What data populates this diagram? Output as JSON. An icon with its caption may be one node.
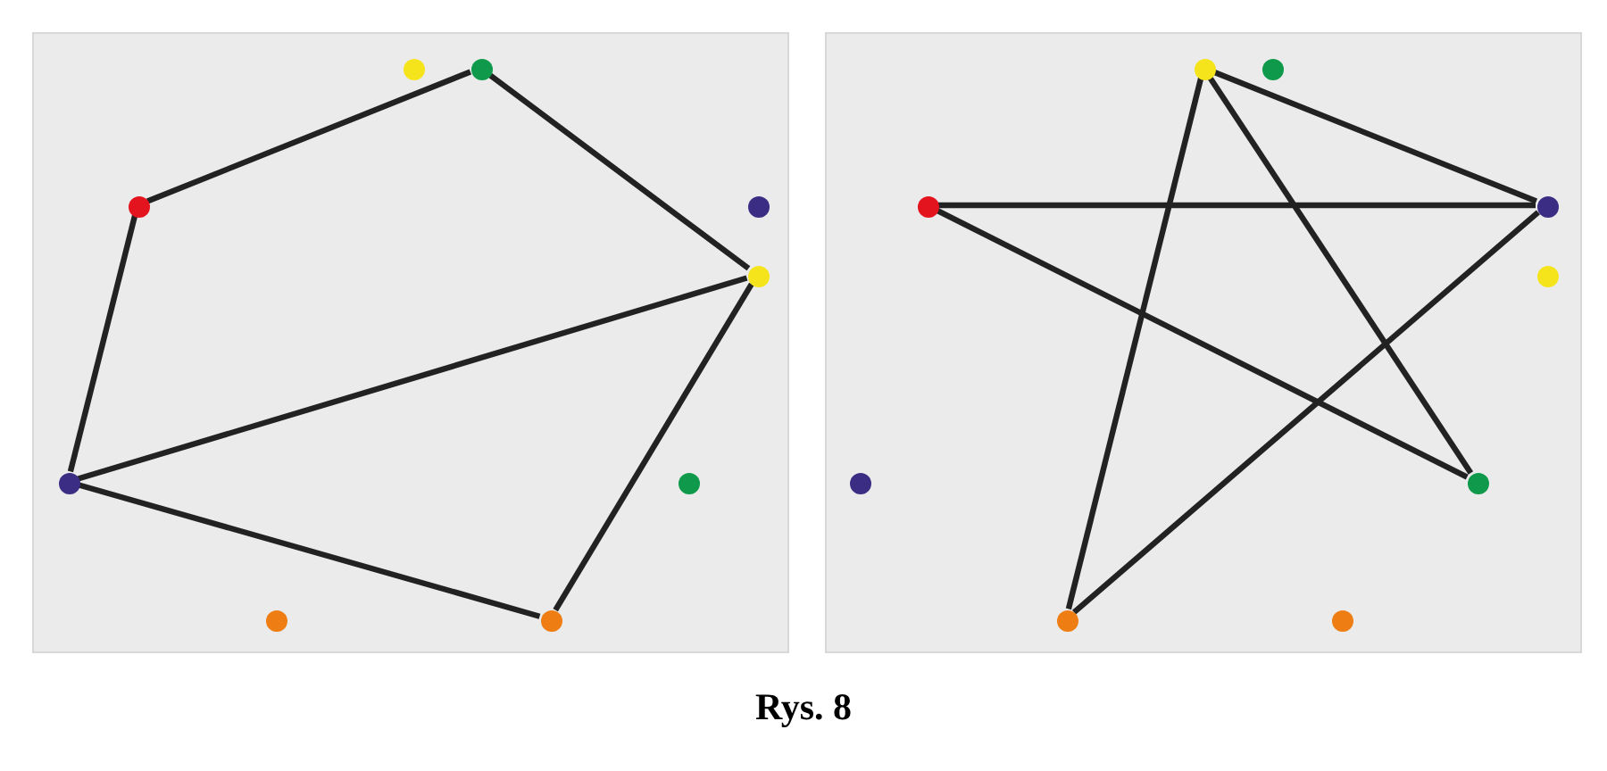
{
  "diagram": {
    "caption": "Rys. 8",
    "nodes": [
      {
        "text": [],
        "shape": "box"
      },
      {
        "text": [],
        "shape": "circle",
        "in": 0
      },
      {
        "text": [],
        "shape": "circle",
        "in": 0
      },
      {
        "text": [],
        "shape": "circle",
        "in": 0
      },
      {
        "text": [],
        "shape": "circle",
        "in": 0
      },
      {
        "text": [],
        "shape": "circle",
        "in": 0
      },
      {
        "text": [],
        "shape": "circle",
        "in": 0
      },
      {
        "text": [],
        "shape": "circle",
        "in": 0
      },
      {
        "text": [],
        "shape": "circle",
        "in": 0
      },
      {
        "text": [],
        "shape": "circle",
        "in": 0
      },
      {
        "text": [],
        "shape": "box"
      },
      {
        "text": [],
        "shape": "circle",
        "in": 10
      },
      {
        "text": [],
        "shape": "circle",
        "in": 10
      },
      {
        "text": [],
        "shape": "circle",
        "in": 10
      },
      {
        "text": [],
        "shape": "circle",
        "in": 10
      },
      {
        "text": [],
        "shape": "circle",
        "in": 10
      },
      {
        "text": [],
        "shape": "circle",
        "in": 10
      },
      {
        "text": [],
        "shape": "circle",
        "in": 10
      },
      {
        "text": [],
        "shape": "circle",
        "in": 10
      },
      {
        "text": [],
        "shape": "circle",
        "in": 10
      }
    ],
    "edges": [
      {
        "from": 2,
        "to": 3,
        "arrow": "none"
      },
      {
        "from": 2,
        "to": 5,
        "arrow": "none"
      },
      {
        "from": 3,
        "to": 6,
        "arrow": "none"
      },
      {
        "from": 6,
        "to": 5,
        "arrow": "none"
      },
      {
        "from": 6,
        "to": 9,
        "arrow": "none"
      },
      {
        "from": 9,
        "to": 5,
        "arrow": "none"
      },
      {
        "from": 11,
        "to": 14,
        "arrow": "none"
      },
      {
        "from": 11,
        "to": 17,
        "arrow": "none"
      },
      {
        "from": 11,
        "to": 18,
        "arrow": "none"
      },
      {
        "from": 13,
        "to": 14,
        "arrow": "none"
      },
      {
        "from": 13,
        "to": 17,
        "arrow": "none"
      },
      {
        "from": 14,
        "to": 18,
        "arrow": "none"
      }
    ]
  }
}
